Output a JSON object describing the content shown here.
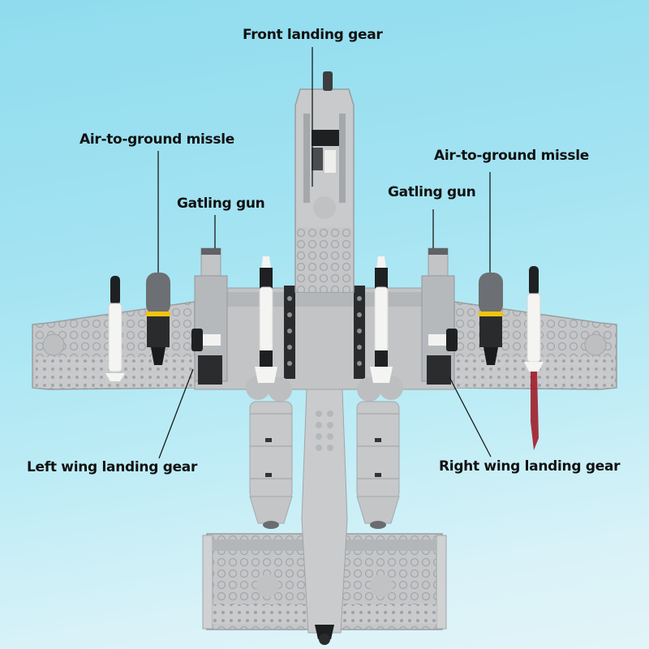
{
  "title": "LEGO-style A-10 attack aircraft, underside view with labeled parts",
  "colors": {
    "background_top": "#8fdcee",
    "background_bottom": "#e2f4f8",
    "brick_light_gray": "#c9cbcd",
    "brick_mid_gray": "#a9acaf",
    "brick_dark_gray": "#6b6e72",
    "brick_black": "#1e1f21",
    "brick_white": "#f4f4f2",
    "accent_yellow": "#f1c40f",
    "accent_red": "#a11d2a",
    "label_text": "#111111"
  },
  "labels": {
    "front_landing_gear": "Front landing gear",
    "left_missile": "Air-to-ground missle",
    "right_missile": "Air-to-ground missle",
    "left_gatling": "Gatling gun",
    "right_gatling": "Gatling gun",
    "left_wing_gear": "Left wing landing gear",
    "right_wing_gear": "Right wing landing gear"
  }
}
